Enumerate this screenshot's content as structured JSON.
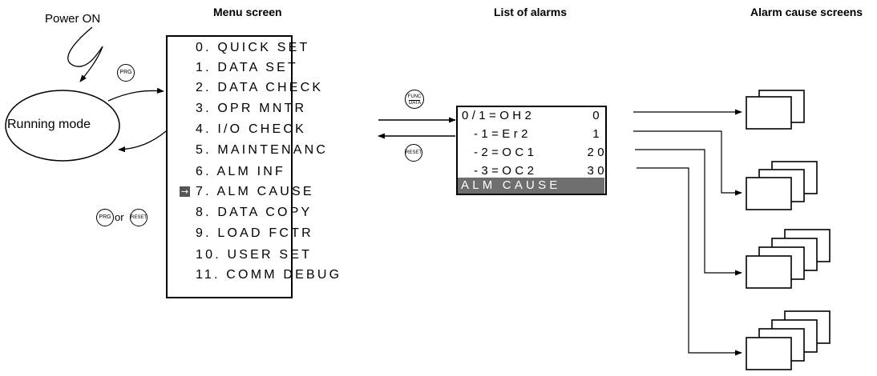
{
  "labels": {
    "power_on": "Power ON",
    "running_mode": "Running mode",
    "or": "or"
  },
  "headers": {
    "menu_screen": "Menu screen",
    "list_of_alarms": "List of alarms",
    "alarm_cause_screens": "Alarm cause screens"
  },
  "buttons": {
    "prg": "PRG",
    "reset": "RESET",
    "func": "FUNC",
    "data": "DATA"
  },
  "menu": {
    "items": [
      "0. QUICK  SET",
      "1. DATA  SET",
      "2. DATA  CHECK",
      "3. OPR  MNTR",
      "4. I/O  CHECK",
      "5. MAINTENANC",
      "6. ALM  INF",
      "7. ALM  CAUSE",
      "8. DATA  COPY",
      "9. LOAD  FCTR",
      "10. USER  SET",
      "11. COMM  DEBUG"
    ],
    "selected_index": 7
  },
  "alarms": {
    "rows": [
      {
        "code": "0/1=OH2",
        "value": "0"
      },
      {
        "code": "-1=Er2",
        "value": "1"
      },
      {
        "code": "-2=OC1",
        "value": "20"
      },
      {
        "code": "-3=OC2",
        "value": "30"
      }
    ],
    "status": "ALM CAUSE"
  },
  "cause_screen_stacks": [
    2,
    3,
    4,
    4
  ],
  "colors": {
    "status_bar": "#6e6e6e",
    "line": "#000000"
  },
  "icons": {
    "cursor": "arrow-right-icon"
  }
}
